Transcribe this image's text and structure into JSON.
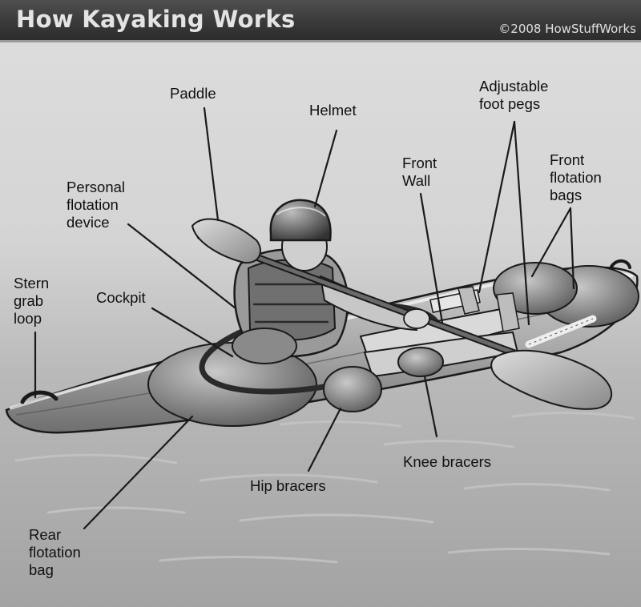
{
  "title": "How Kayaking Works",
  "copyright": "©2008 HowStuffWorks",
  "labels": {
    "paddle": "Paddle",
    "helmet": "Helmet",
    "adjustable_foot_pegs": "Adjustable\nfoot pegs",
    "front_wall": "Front\nWall",
    "front_flotation_bags": "Front\nflotation\nbags",
    "personal_flotation_device": "Personal\nflotation\ndevice",
    "stern_grab_loop": "Stern\ngrab\nloop",
    "cockpit": "Cockpit",
    "knee_bracers": "Knee bracers",
    "hip_bracers": "Hip bracers",
    "rear_flotation_bag": "Rear\nflotation\nbag"
  },
  "colors": {
    "title_bar": "#3a3a3a",
    "title_text": "#e4e4e4",
    "background": "#d4d4d4",
    "label_text": "#111111",
    "leader_line": "#1a1a1a"
  }
}
